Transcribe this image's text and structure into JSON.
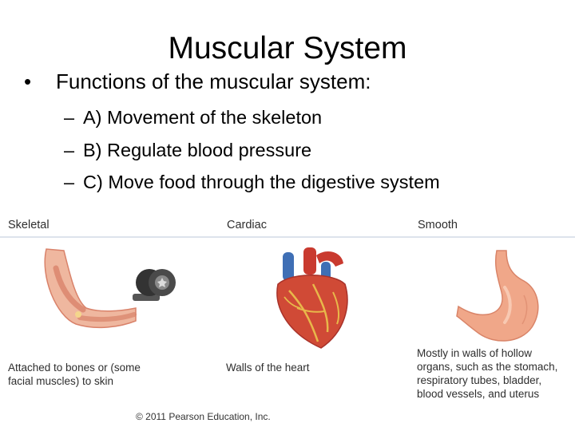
{
  "slide": {
    "title": "Muscular System",
    "bullet_marker": "•",
    "bullet_text": "Functions of the muscular system:",
    "sub_marker": "–",
    "sub_items": [
      "A) Movement of the skeleton",
      "B) Regulate blood pressure",
      "C) Move food through the digestive system"
    ]
  },
  "figure": {
    "columns": [
      {
        "heading": "Skeletal",
        "caption_lines": [
          "Attached to bones or (some",
          "facial muscles) to skin"
        ],
        "icon": "flexed-arm-dumbbell"
      },
      {
        "heading": "Cardiac",
        "caption_lines": [
          "Walls of the heart"
        ],
        "icon": "heart"
      },
      {
        "heading": "Smooth",
        "caption_lines": [
          "Mostly in walls of hollow",
          "organs, such as the stomach,",
          "respiratory tubes, bladder,",
          "blood vessels, and uterus"
        ],
        "icon": "stomach"
      }
    ],
    "copyright": "© 2011 Pearson Education, Inc."
  },
  "colors": {
    "muscle": "#d9826a",
    "muscle_light": "#efb79f",
    "heart_red": "#c93a2f",
    "vessel_blue": "#3f6fb5",
    "stomach": "#f0a789",
    "rule": "#dde3ec"
  }
}
